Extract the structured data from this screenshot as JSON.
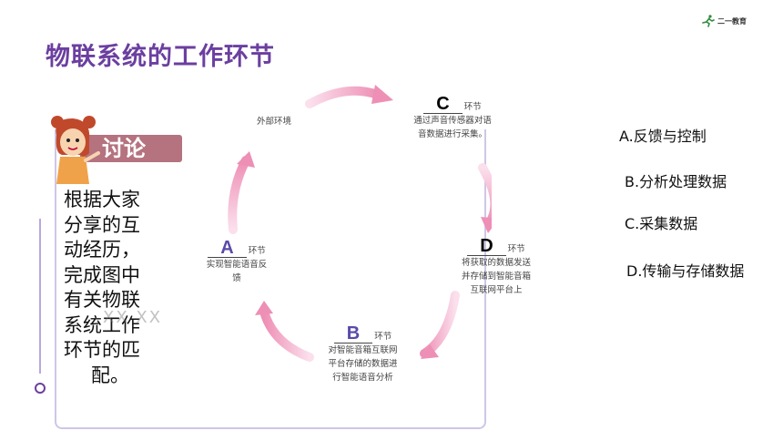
{
  "title": "物联系统的工作环节",
  "logo_text": "二一教育",
  "discuss_label": "讨论",
  "prompt_lines": [
    "根据大家",
    "分享的互",
    "动经历，",
    "完成图中",
    "有关物联",
    "系统工作",
    "环节的匹",
    "配。"
  ],
  "watermark": "XX XX",
  "cycle": {
    "env_label": "外部环境",
    "c": {
      "letter": "C",
      "suffix": "环节",
      "lines": [
        "通过声音传感器对语",
        "音数据进行采集。"
      ]
    },
    "d": {
      "letter": "D",
      "suffix": "环节",
      "lines": [
        "将获取的数据发送",
        "并存储到智能音箱",
        "互联网平台上"
      ]
    },
    "b": {
      "letter": "B",
      "suffix": "环节",
      "lines": [
        "对智能音箱互联网",
        "平台存储的数据进",
        "行智能语音分析"
      ]
    },
    "a": {
      "letter": "A",
      "suffix": "环节",
      "lines": [
        "实现智能语音反",
        "馈"
      ]
    }
  },
  "options": [
    "A.反馈与控制",
    "B.分析处理数据",
    "C.采集数据",
    "D.传输与存储数据"
  ],
  "colors": {
    "title": "#6b3fa0",
    "badge": "#b5727f",
    "arrow": "#f2a6c4",
    "frame": "#cfc6e6"
  }
}
